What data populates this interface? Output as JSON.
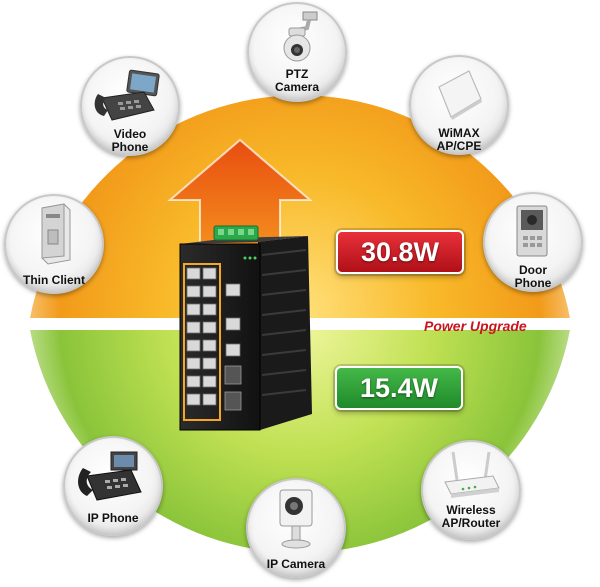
{
  "devices": {
    "ptz_camera": {
      "line1": "PTZ",
      "line2": "Camera",
      "icon": "ptz-camera-icon"
    },
    "video_phone": {
      "line1": "Video",
      "line2": "Phone",
      "icon": "video-phone-icon"
    },
    "wimax": {
      "line1": "WiMAX",
      "line2": "AP/CPE",
      "icon": "wimax-cpe-icon"
    },
    "thin_client": {
      "line1": "Thin Client",
      "icon": "thin-client-icon"
    },
    "door_phone": {
      "line1": "Door",
      "line2": "Phone",
      "icon": "door-phone-icon"
    },
    "ip_phone": {
      "line1": "IP Phone",
      "icon": "ip-phone-icon"
    },
    "wireless_ap": {
      "line1": "Wireless",
      "line2": "AP/Router",
      "icon": "wireless-router-icon"
    },
    "ip_camera": {
      "line1": "IP Camera",
      "icon": "ip-camera-icon"
    }
  },
  "power": {
    "high": "30.8W",
    "low": "15.4W",
    "upgrade_label": "Power Upgrade"
  },
  "colors": {
    "high_badge": "#c8151e",
    "low_badge": "#2e9e36",
    "upper_half": "#f2a51a",
    "lower_half": "#9fd03c",
    "arrow": "#f06a14"
  }
}
